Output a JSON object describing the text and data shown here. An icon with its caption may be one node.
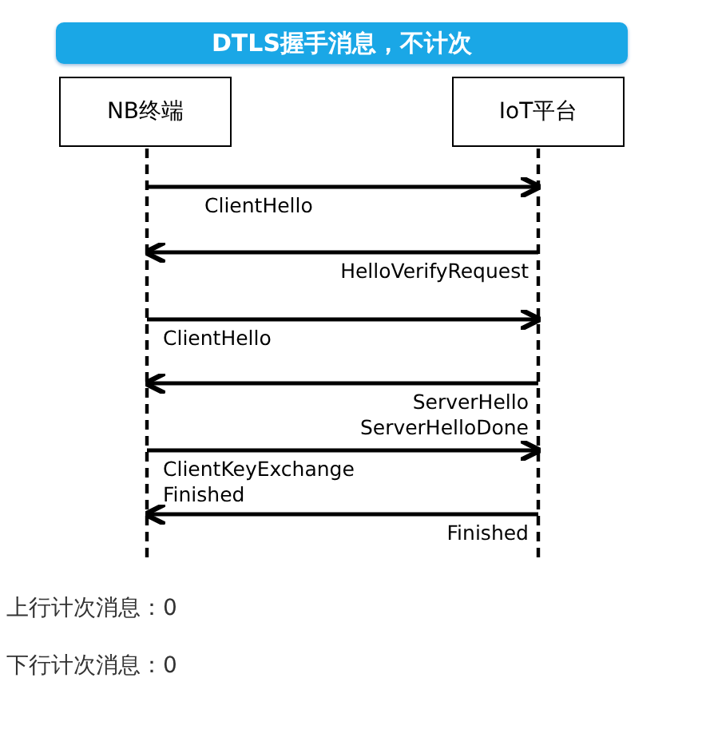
{
  "diagram": {
    "title": "DTLS握手消息，不计次",
    "nodes": [
      {
        "text": [
          "NB终端"
        ]
      },
      {
        "text": [
          "IoT平台"
        ]
      }
    ],
    "edges": [
      {
        "from": 0,
        "to": 1,
        "arrow": "to",
        "label": "ClientHello"
      },
      {
        "from": 1,
        "to": 0,
        "arrow": "to",
        "label": "HelloVerifyRequest"
      },
      {
        "from": 0,
        "to": 1,
        "arrow": "to",
        "label": "ClientHello"
      },
      {
        "from": 1,
        "to": 0,
        "arrow": "to",
        "label": "ServerHello ServerHelloDone"
      },
      {
        "from": 0,
        "to": 1,
        "arrow": "to",
        "label": "ClientKeyExchange Finished"
      },
      {
        "from": 1,
        "to": 0,
        "arrow": "to",
        "label": "Finished"
      }
    ],
    "labels": [
      "上行计次消息：0",
      "下行计次消息：0"
    ]
  }
}
